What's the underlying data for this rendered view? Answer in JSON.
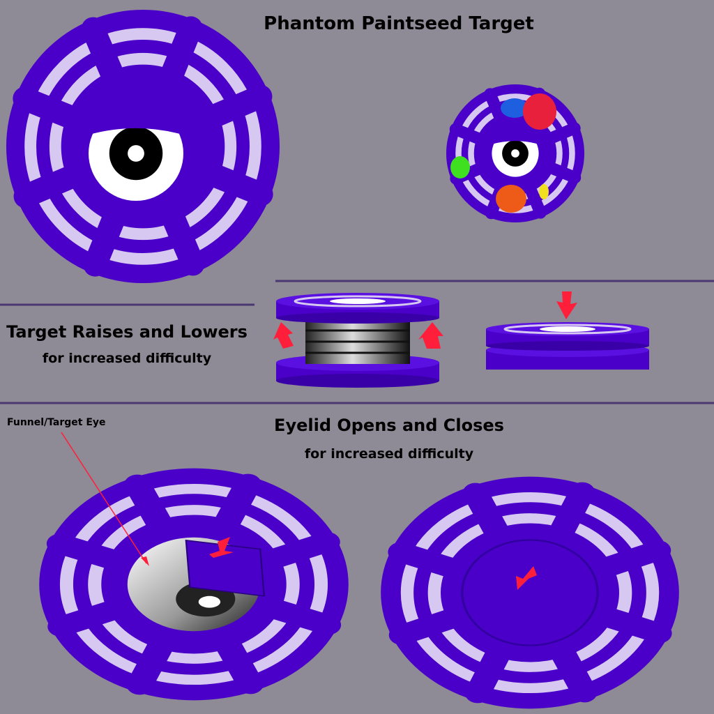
{
  "title": "Phantom Paintseed Target",
  "section_raise": {
    "heading": "Target Raises and Lowers",
    "subheading": "for increased difficulty"
  },
  "section_eyelid": {
    "heading": "Eyelid Opens and Closes",
    "subheading": "for increased difficulty"
  },
  "callout": {
    "label": "Funnel/Target Eye"
  },
  "colors": {
    "background": "#8e8a96",
    "target_purple": "#4a00c8",
    "ring_light": "#d6c8f0",
    "arrow_red": "#ff1f3a",
    "paint_splats": [
      "#1e5fe0",
      "#e8203c",
      "#3ee020",
      "#ee5a18",
      "#f0e020"
    ]
  }
}
